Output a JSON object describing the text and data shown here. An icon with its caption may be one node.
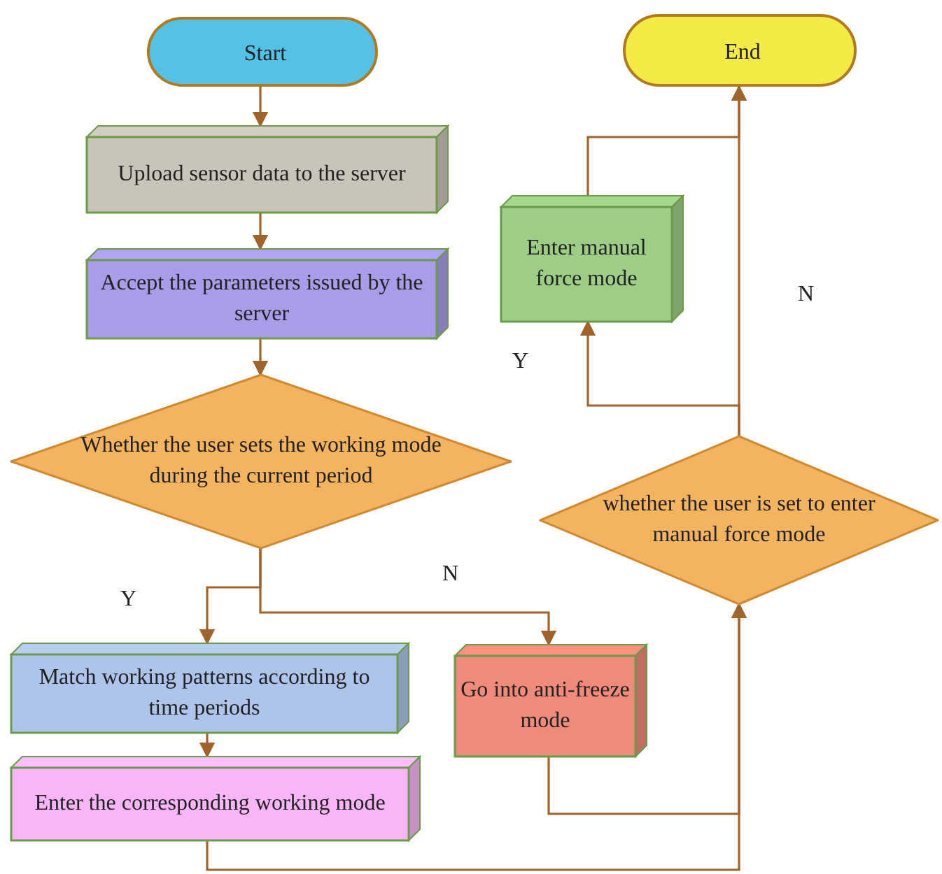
{
  "diagram": {
    "nodes": [
      {
        "text": [
          "Start"
        ]
      },
      {
        "text": [
          "Upload sensor data to the server"
        ]
      },
      {
        "text": [
          "Accept the parameters issued by the server"
        ]
      },
      {
        "text": [
          "Whether the user sets the working mode during the current period"
        ]
      },
      {
        "text": [
          "Match working patterns according to time periods"
        ]
      },
      {
        "text": [
          "Enter the corresponding working mode"
        ]
      },
      {
        "text": [
          "Go into anti-freeze mode"
        ]
      },
      {
        "text": [
          "whether the user is set to enter manual force mode"
        ]
      },
      {
        "text": [
          "Enter manual force mode"
        ]
      },
      {
        "text": [
          "End"
        ]
      }
    ],
    "edges": [
      {
        "from": 0,
        "to": 1,
        "arrow": "to"
      },
      {
        "from": 1,
        "to": 2,
        "arrow": "to"
      },
      {
        "from": 2,
        "to": 3,
        "arrow": "to"
      },
      {
        "from": 3,
        "to": 4,
        "arrow": "to",
        "label": "Y"
      },
      {
        "from": 3,
        "to": 6,
        "arrow": "to",
        "label": "N"
      },
      {
        "from": 4,
        "to": 5,
        "arrow": "to"
      },
      {
        "from": 5,
        "to": 7,
        "arrow": "to"
      },
      {
        "from": 6,
        "to": 7,
        "arrow": "to"
      },
      {
        "from": 7,
        "to": 8,
        "arrow": "to",
        "label": "Y"
      },
      {
        "from": 7,
        "to": 9,
        "arrow": "to",
        "label": "N"
      },
      {
        "from": 8,
        "to": 9,
        "arrow": "to"
      }
    ]
  }
}
